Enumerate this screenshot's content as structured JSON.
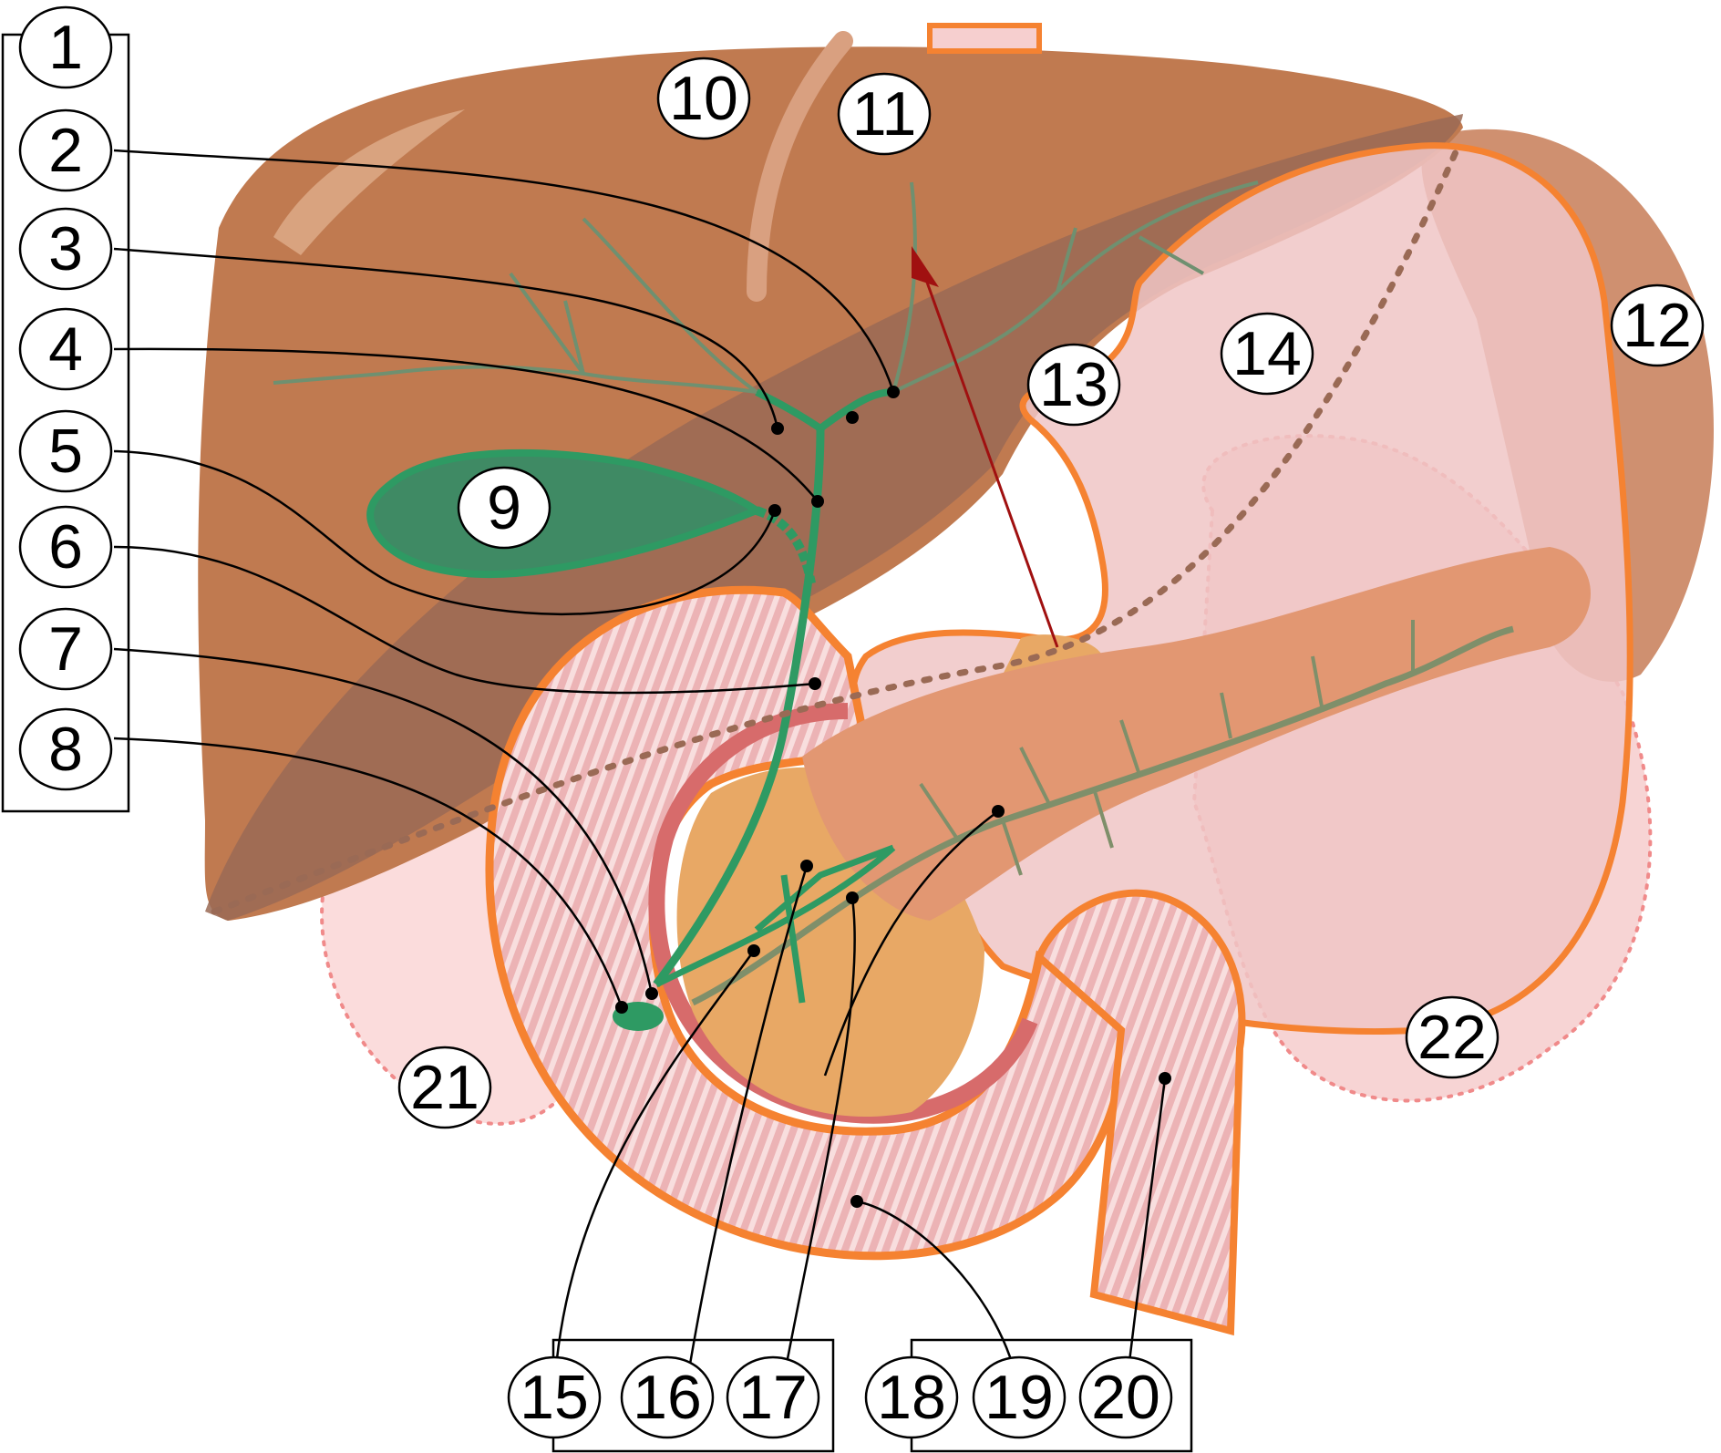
{
  "labels": [
    {
      "id": "label-1",
      "text": "1"
    },
    {
      "id": "label-2",
      "text": "2"
    },
    {
      "id": "label-3",
      "text": "3"
    },
    {
      "id": "label-4",
      "text": "4"
    },
    {
      "id": "label-5",
      "text": "5"
    },
    {
      "id": "label-6",
      "text": "6"
    },
    {
      "id": "label-7",
      "text": "7"
    },
    {
      "id": "label-8",
      "text": "8"
    },
    {
      "id": "label-9",
      "text": "9"
    },
    {
      "id": "label-10",
      "text": "10"
    },
    {
      "id": "label-11",
      "text": "11"
    },
    {
      "id": "label-12",
      "text": "12"
    },
    {
      "id": "label-13",
      "text": "13"
    },
    {
      "id": "label-14",
      "text": "14"
    },
    {
      "id": "label-15",
      "text": "15"
    },
    {
      "id": "label-16",
      "text": "16"
    },
    {
      "id": "label-17",
      "text": "17"
    },
    {
      "id": "label-18",
      "text": "18"
    },
    {
      "id": "label-19",
      "text": "19"
    },
    {
      "id": "label-20",
      "text": "20"
    },
    {
      "id": "label-21",
      "text": "21"
    },
    {
      "id": "label-22",
      "text": "22"
    }
  ],
  "colors": {
    "liver": "#c07a50",
    "liver_shadow": "#9a6a55",
    "gallbladder": "#3f8a64",
    "bile_duct": "#2e9a63",
    "stomach": "#f0c6c6",
    "stomach_outline": "#f58231",
    "pancreas": "#e29772",
    "pancreas_head": "#e8a865",
    "duodenum_wall": "#d76b6b",
    "spleen": "#cf9070",
    "kidney_area": "#fbdcdc",
    "arrow": "#a01010"
  }
}
